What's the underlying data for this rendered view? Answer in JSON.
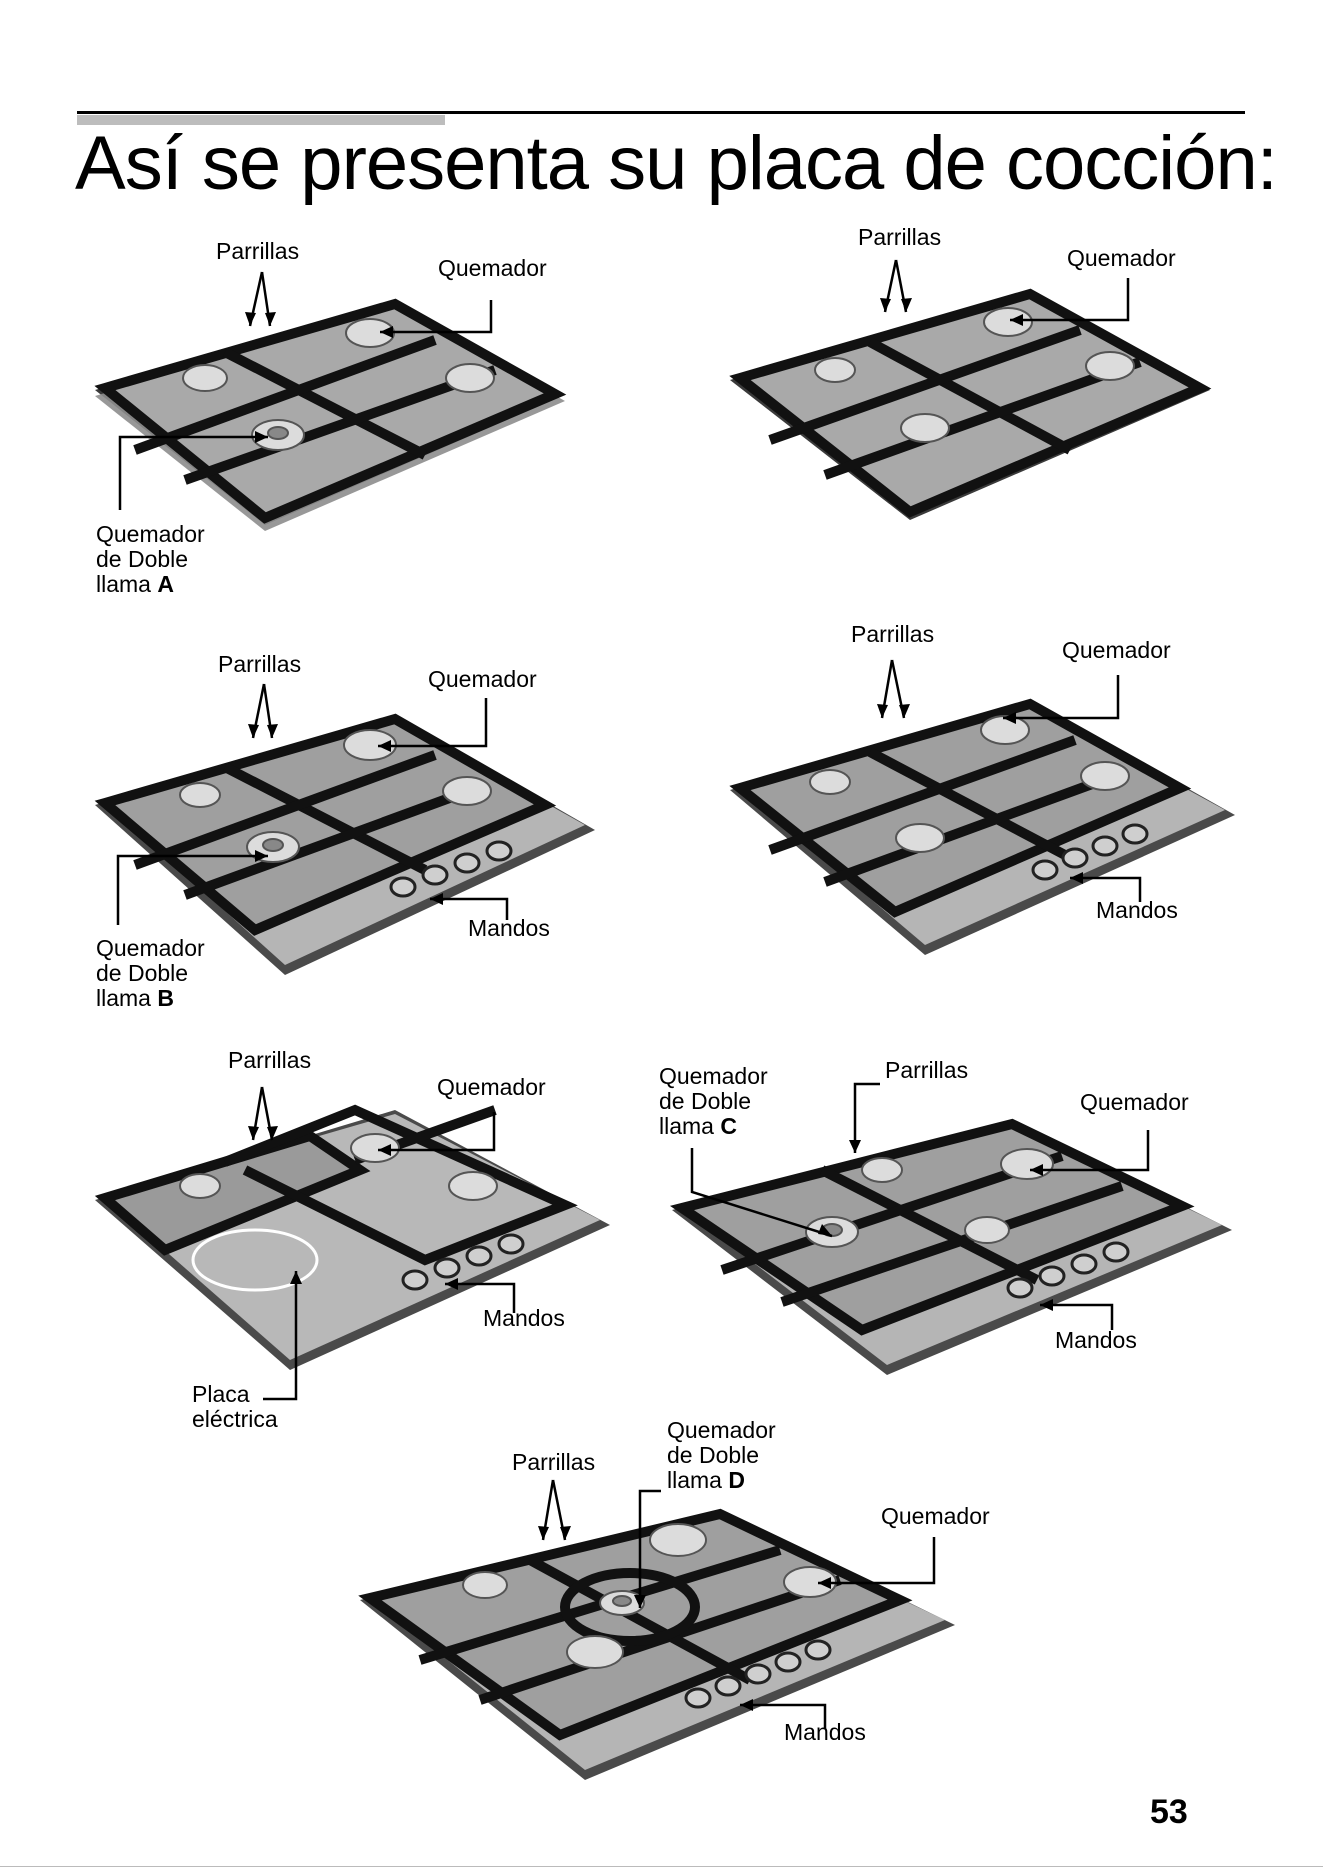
{
  "page": {
    "title": "Así se presenta su placa de cocción:",
    "page_number": "53"
  },
  "labels": {
    "parrillas": "Parrillas",
    "quemador": "Quemador",
    "mandos": "Mandos",
    "de_doble": "de Doble",
    "llama": "llama",
    "placa": "Placa",
    "electrica": "eléctrica"
  },
  "variants": {
    "a": "A",
    "b": "B",
    "c": "C",
    "d": "D"
  }
}
